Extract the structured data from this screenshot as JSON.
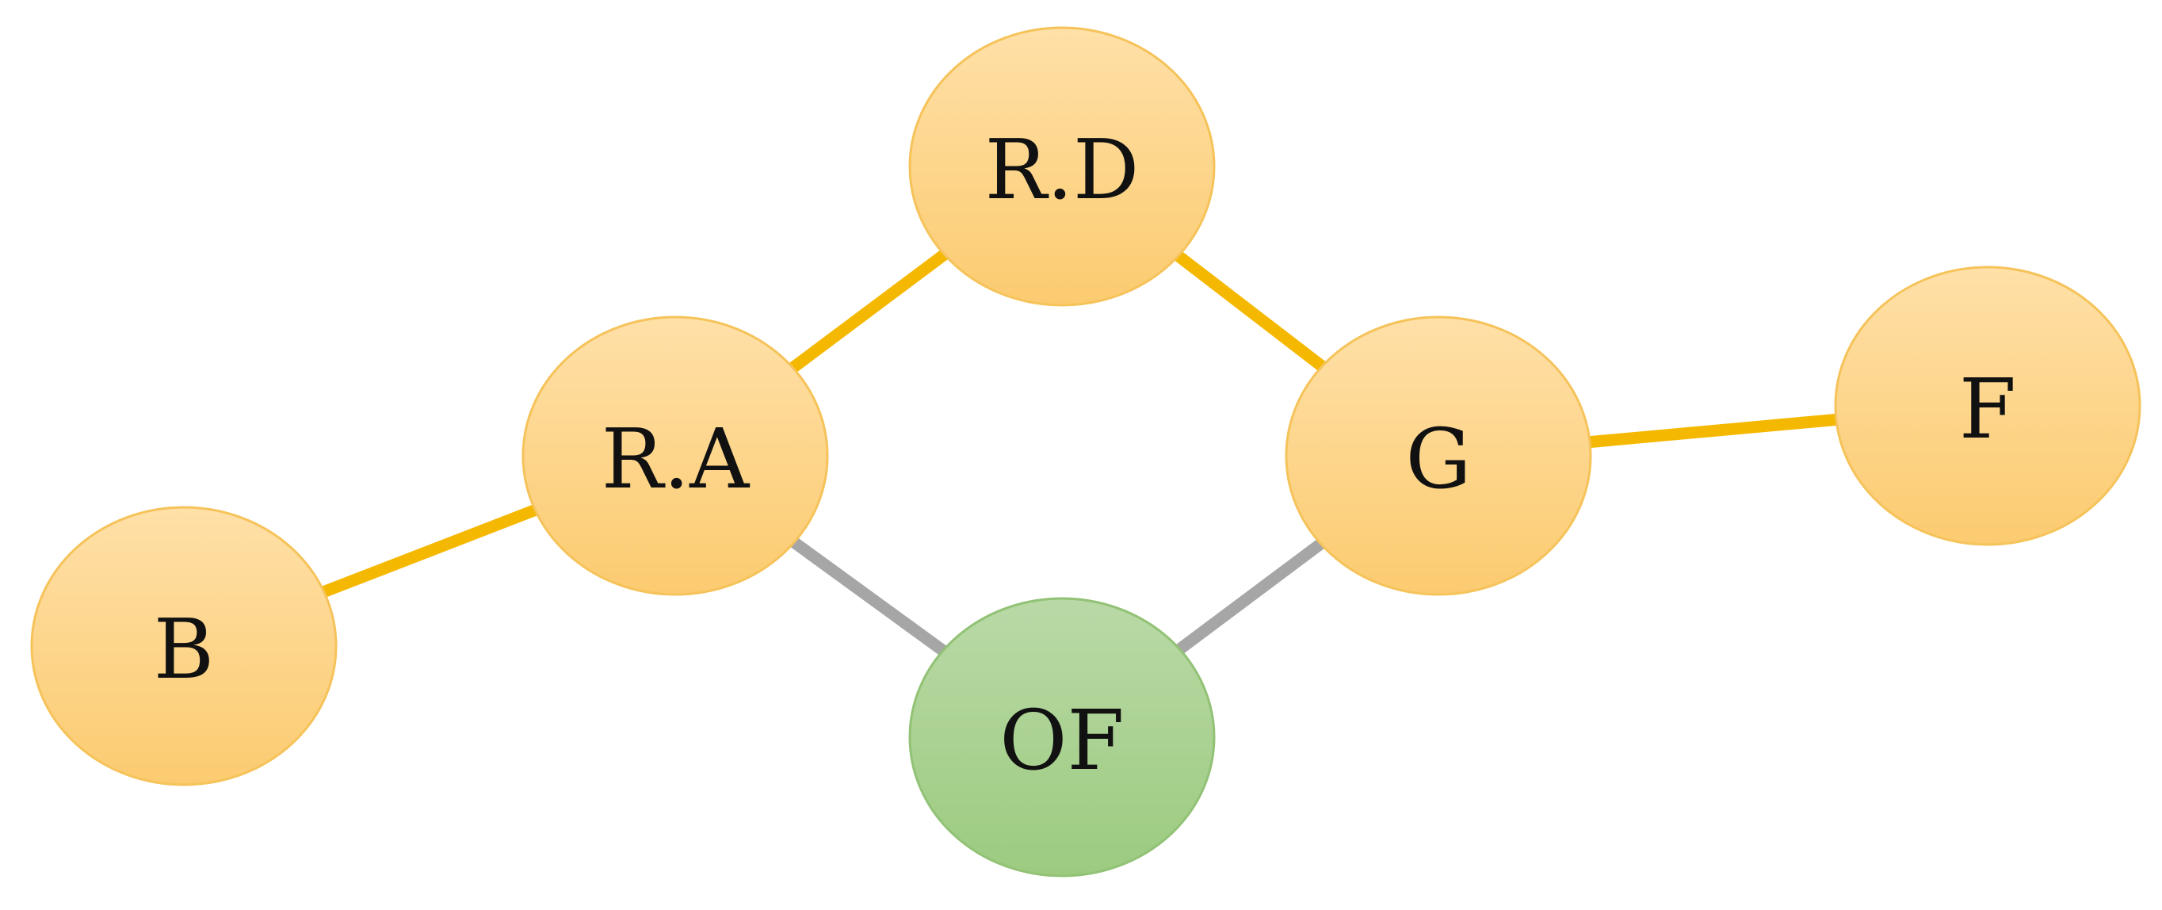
{
  "diagram": {
    "colors": {
      "primary_node_fill_top": "#FFE0A8",
      "primary_node_fill_bottom": "#FBCB70",
      "primary_node_stroke": "#F6C35A",
      "central_node_fill_top": "#B9D9A6",
      "central_node_fill_bottom": "#9CCB80",
      "central_node_stroke": "#92C276",
      "primary_edge": "#F5B800",
      "secondary_edge": "#A6A6A6",
      "label": "#111111"
    },
    "nodes": [
      {
        "id": "B",
        "label": "B",
        "kind": "primary"
      },
      {
        "id": "RA",
        "label": "R.A",
        "kind": "primary"
      },
      {
        "id": "RD",
        "label": "R.D",
        "kind": "primary"
      },
      {
        "id": "G",
        "label": "G",
        "kind": "primary"
      },
      {
        "id": "F",
        "label": "F",
        "kind": "primary"
      },
      {
        "id": "OF",
        "label": "OF",
        "kind": "central"
      }
    ],
    "edges": [
      {
        "from": "B",
        "to": "RA",
        "kind": "primary"
      },
      {
        "from": "RA",
        "to": "RD",
        "kind": "primary"
      },
      {
        "from": "RD",
        "to": "G",
        "kind": "primary"
      },
      {
        "from": "G",
        "to": "F",
        "kind": "primary"
      },
      {
        "from": "RA",
        "to": "OF",
        "kind": "secondary"
      },
      {
        "from": "G",
        "to": "OF",
        "kind": "secondary"
      }
    ]
  }
}
